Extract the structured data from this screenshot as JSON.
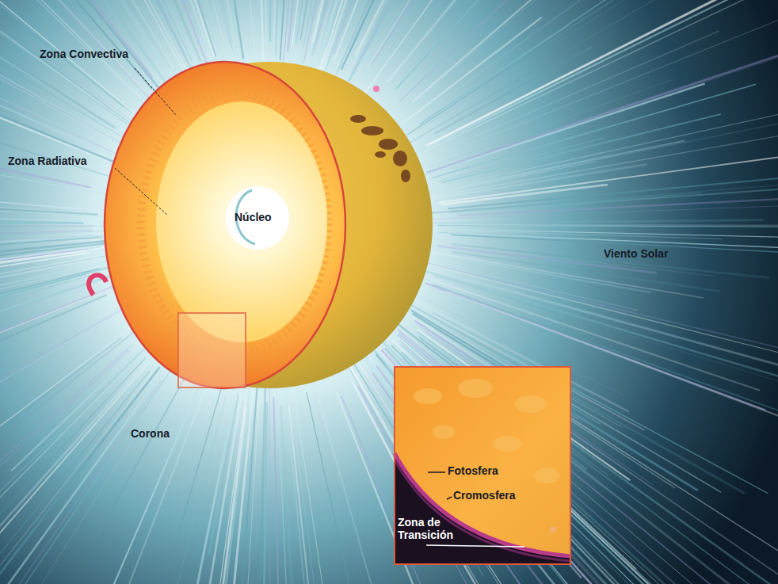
{
  "diagram": {
    "labels": [
      "Zona Convectiva",
      "Zona Radiativa",
      "Núcleo",
      "Viento Solar",
      "Corona",
      "Fotosfera",
      "Cromosfera",
      "Zona de Transición"
    ]
  }
}
